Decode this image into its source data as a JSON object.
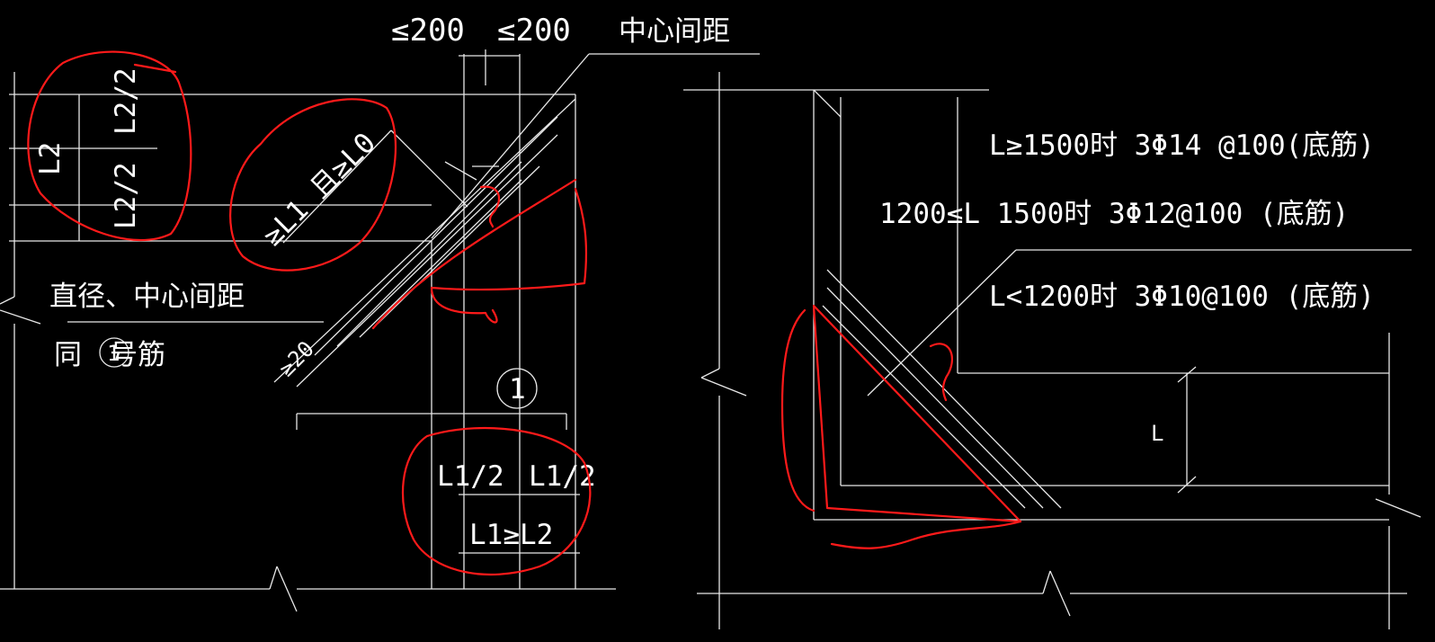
{
  "labels": {
    "dim_le200_a": "≤200",
    "dim_le200_b": "≤200",
    "center_spacing": "中心间距",
    "l2_left": "L2",
    "l2_half_top": "L2/2",
    "l2_half_bottom": "L2/2",
    "diag_ge_l1": "≥L1 且≥L0",
    "diameter_spacing": "直径、中心间距",
    "same_as": "同 ",
    "same_as_bar": "号筋",
    "circle_ref_left": "1",
    "circle_ref_mid": "1",
    "l1_half_a": "L1/2",
    "l1_half_b": "L1/2",
    "l1_ge_l2": "L1≥L2",
    "diag_small": "≥20",
    "rule_1500": "L≥1500时 3Φ14 @100(底筋)",
    "rule_1200": "1200≤L  1500时 3Φ12@100 (底筋)",
    "rule_lt1200": "L<1200时 3Φ10@100 (底筋)",
    "l_dim": "L"
  },
  "colors": {
    "background": "#000000",
    "line": "#e8e8e8",
    "markup": "#ff1a1a"
  }
}
